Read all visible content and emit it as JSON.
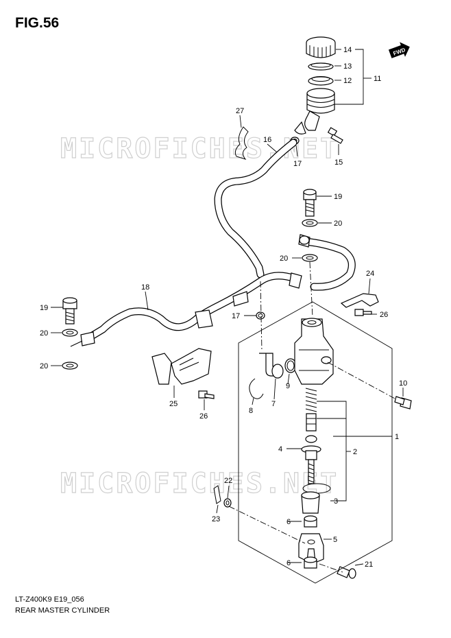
{
  "figure": {
    "title": "FIG.56",
    "model_code": "LT-Z400K9 E19_056",
    "caption": "REAR MASTER CYLINDER",
    "fwd_label": "FWD",
    "watermark": "MICROFICHES.NET"
  },
  "callouts": [
    {
      "id": "c14",
      "label": "14"
    },
    {
      "id": "c13",
      "label": "13"
    },
    {
      "id": "c12",
      "label": "12"
    },
    {
      "id": "c11",
      "label": "11"
    },
    {
      "id": "c27",
      "label": "27"
    },
    {
      "id": "c16",
      "label": "16"
    },
    {
      "id": "c17a",
      "label": "17"
    },
    {
      "id": "c15",
      "label": "15"
    },
    {
      "id": "c19a",
      "label": "19"
    },
    {
      "id": "c20a",
      "label": "20"
    },
    {
      "id": "c20b",
      "label": "20"
    },
    {
      "id": "c24",
      "label": "24"
    },
    {
      "id": "c18",
      "label": "18"
    },
    {
      "id": "c19b",
      "label": "19"
    },
    {
      "id": "c26a",
      "label": "26"
    },
    {
      "id": "c17b",
      "label": "17"
    },
    {
      "id": "c20c",
      "label": "20"
    },
    {
      "id": "c20d",
      "label": "20"
    },
    {
      "id": "c10",
      "label": "10"
    },
    {
      "id": "c25",
      "label": "25"
    },
    {
      "id": "c26b",
      "label": "26"
    },
    {
      "id": "c8",
      "label": "8"
    },
    {
      "id": "c7",
      "label": "7"
    },
    {
      "id": "c9",
      "label": "9"
    },
    {
      "id": "c1",
      "label": "1"
    },
    {
      "id": "c4",
      "label": "4"
    },
    {
      "id": "c2",
      "label": "2"
    },
    {
      "id": "c22",
      "label": "22"
    },
    {
      "id": "c23",
      "label": "23"
    },
    {
      "id": "c3",
      "label": "3"
    },
    {
      "id": "c6a",
      "label": "6"
    },
    {
      "id": "c5",
      "label": "5"
    },
    {
      "id": "c21",
      "label": "21"
    },
    {
      "id": "c6b",
      "label": "6"
    }
  ]
}
